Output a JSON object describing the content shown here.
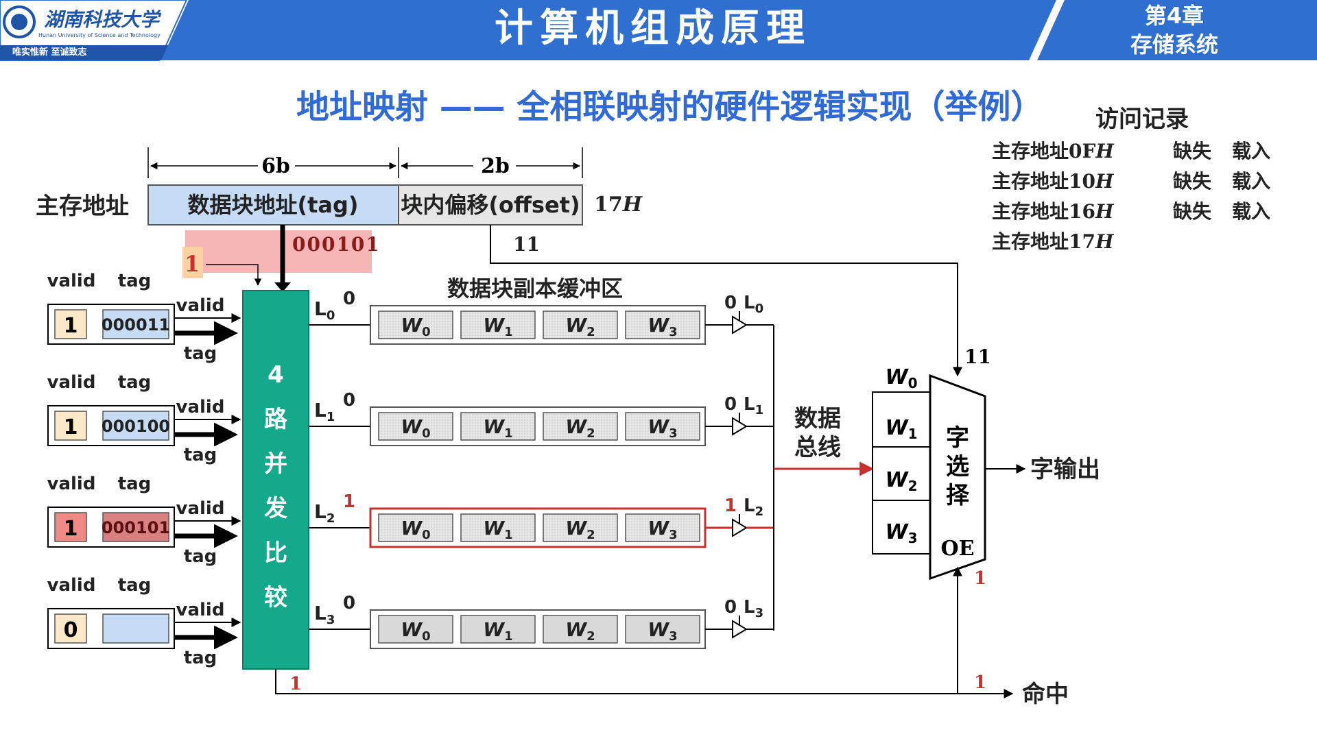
{
  "header": {
    "university_name": "湖南科技大学",
    "university_english": "Hunan University of Science and Technology",
    "motto": "唯实惟新    至诚致志",
    "course_title": "计算机组成原理",
    "chapter": "第4章",
    "chapter_topic": "存储系统"
  },
  "slide_title": "地址映射 —— 全相联映射的硬件逻辑实现（举例）",
  "address_format": {
    "label": "主存地址",
    "tag_width": "6b",
    "offset_width": "2b",
    "tag_field": "数据块地址(tag)",
    "offset_field": "块内偏移(offset)",
    "current_address": "17",
    "current_address_suffix": "H",
    "tag_bits": "000101",
    "offset_bits": "11",
    "valid_input": "1"
  },
  "tag_registers": [
    {
      "valid_header": "valid",
      "tag_header": "tag",
      "valid": "1",
      "tag": "000011",
      "hit": false
    },
    {
      "valid_header": "valid",
      "tag_header": "tag",
      "valid": "1",
      "tag": "000100",
      "hit": false
    },
    {
      "valid_header": "valid",
      "tag_header": "tag",
      "valid": "1",
      "tag": "000101",
      "hit": true
    },
    {
      "valid_header": "valid",
      "tag_header": "tag",
      "valid": "0",
      "tag": "",
      "hit": false
    }
  ],
  "signal_labels": {
    "valid": "valid",
    "tag": "tag"
  },
  "comparator": {
    "chars": [
      "4",
      "路",
      "并",
      "发",
      "比",
      "较"
    ],
    "hit_output": "1"
  },
  "buffer": {
    "title": "数据块副本缓冲区",
    "lines": [
      {
        "name": "L",
        "sub": "0",
        "value": "0",
        "gate_value": "0",
        "gate_label": "L",
        "gate_sub": "0",
        "active": false
      },
      {
        "name": "L",
        "sub": "1",
        "value": "0",
        "gate_value": "0",
        "gate_label": "L",
        "gate_sub": "1",
        "active": false
      },
      {
        "name": "L",
        "sub": "2",
        "value": "1",
        "gate_value": "1",
        "gate_label": "L",
        "gate_sub": "2",
        "active": true
      },
      {
        "name": "L",
        "sub": "3",
        "value": "0",
        "gate_value": "0",
        "gate_label": "L",
        "gate_sub": "3",
        "active": false
      }
    ],
    "words": [
      {
        "name": "W",
        "sub": "0"
      },
      {
        "name": "W",
        "sub": "1"
      },
      {
        "name": "W",
        "sub": "2"
      },
      {
        "name": "W",
        "sub": "3"
      }
    ]
  },
  "data_bus": {
    "line1": "数据",
    "line2": "总线"
  },
  "mux": {
    "chars": [
      "字",
      "选",
      "择"
    ],
    "oe": "OE",
    "select_value": "11",
    "oe_value": "1",
    "inputs": [
      {
        "name": "W",
        "sub": "0"
      },
      {
        "name": "W",
        "sub": "1"
      },
      {
        "name": "W",
        "sub": "2"
      },
      {
        "name": "W",
        "sub": "3"
      }
    ]
  },
  "outputs": {
    "word_output": "字输出",
    "hit": "命中",
    "hit_value": "1"
  },
  "access_log": {
    "title": "访问记录",
    "entries": [
      {
        "addr_prefix": "主存地址",
        "addr_num": "0F",
        "addr_suffix": "H",
        "result": "缺失",
        "action": "载入"
      },
      {
        "addr_prefix": "主存地址",
        "addr_num": "10",
        "addr_suffix": "H",
        "result": "缺失",
        "action": "载入"
      },
      {
        "addr_prefix": "主存地址",
        "addr_num": "16",
        "addr_suffix": "H",
        "result": "缺失",
        "action": "载入"
      },
      {
        "addr_prefix": "主存地址",
        "addr_num": "17",
        "addr_suffix": "H",
        "result": "",
        "action": ""
      }
    ]
  },
  "colors": {
    "header_blue": "#2f6fd0",
    "title_blue": "#2f6ad6",
    "comparator_green": "#13a98a",
    "tag_field_blue": "#c6dcf5",
    "valid_fill": "#fde9c7",
    "hit_red": "#c9302c",
    "highlight_pink": "#f6a9a9"
  }
}
